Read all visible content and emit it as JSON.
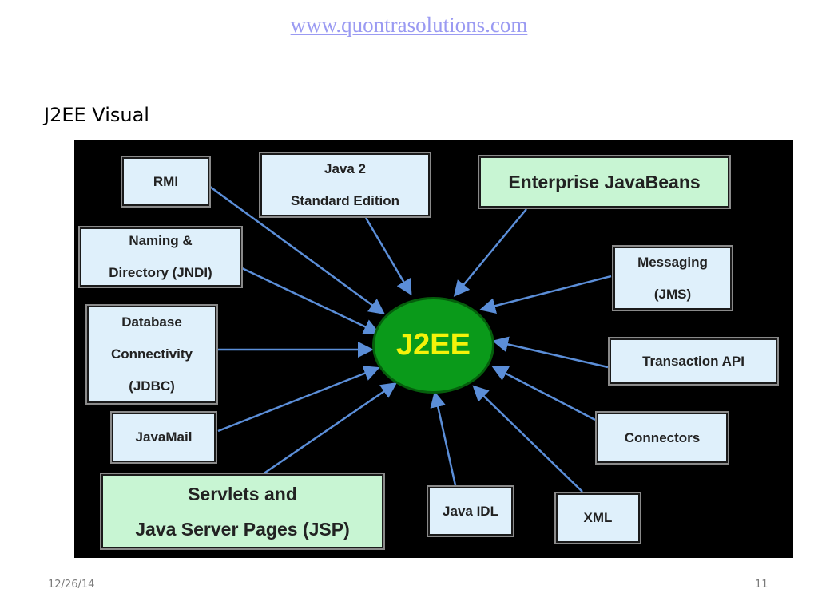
{
  "header": {
    "url": "www.quontrasolutions.com"
  },
  "slide": {
    "title": "J2EE Visual"
  },
  "diagram": {
    "center": "J2EE",
    "nodes": {
      "rmi": "RMI",
      "java2": "Java 2\nStandard Edition",
      "ejb": "Enterprise JavaBeans",
      "jndi": "Naming &\nDirectory (JNDI)",
      "jms": "Messaging\n(JMS)",
      "jdbc": "Database\nConnectivity\n(JDBC)",
      "transaction": "Transaction API",
      "javamail": "JavaMail",
      "connectors": "Connectors",
      "servlets": "Servlets and\nJava Server Pages (JSP)",
      "javaidl": "Java IDL",
      "xml": "XML"
    },
    "colors": {
      "background": "#000000",
      "box": "#dff0fb",
      "box_highlight": "#c8f5d3",
      "hub": "#0a9a1a",
      "hub_text": "#f4f20a",
      "connector": "#5b8ed8"
    }
  },
  "footer": {
    "date": "12/26/14",
    "page": "11"
  }
}
